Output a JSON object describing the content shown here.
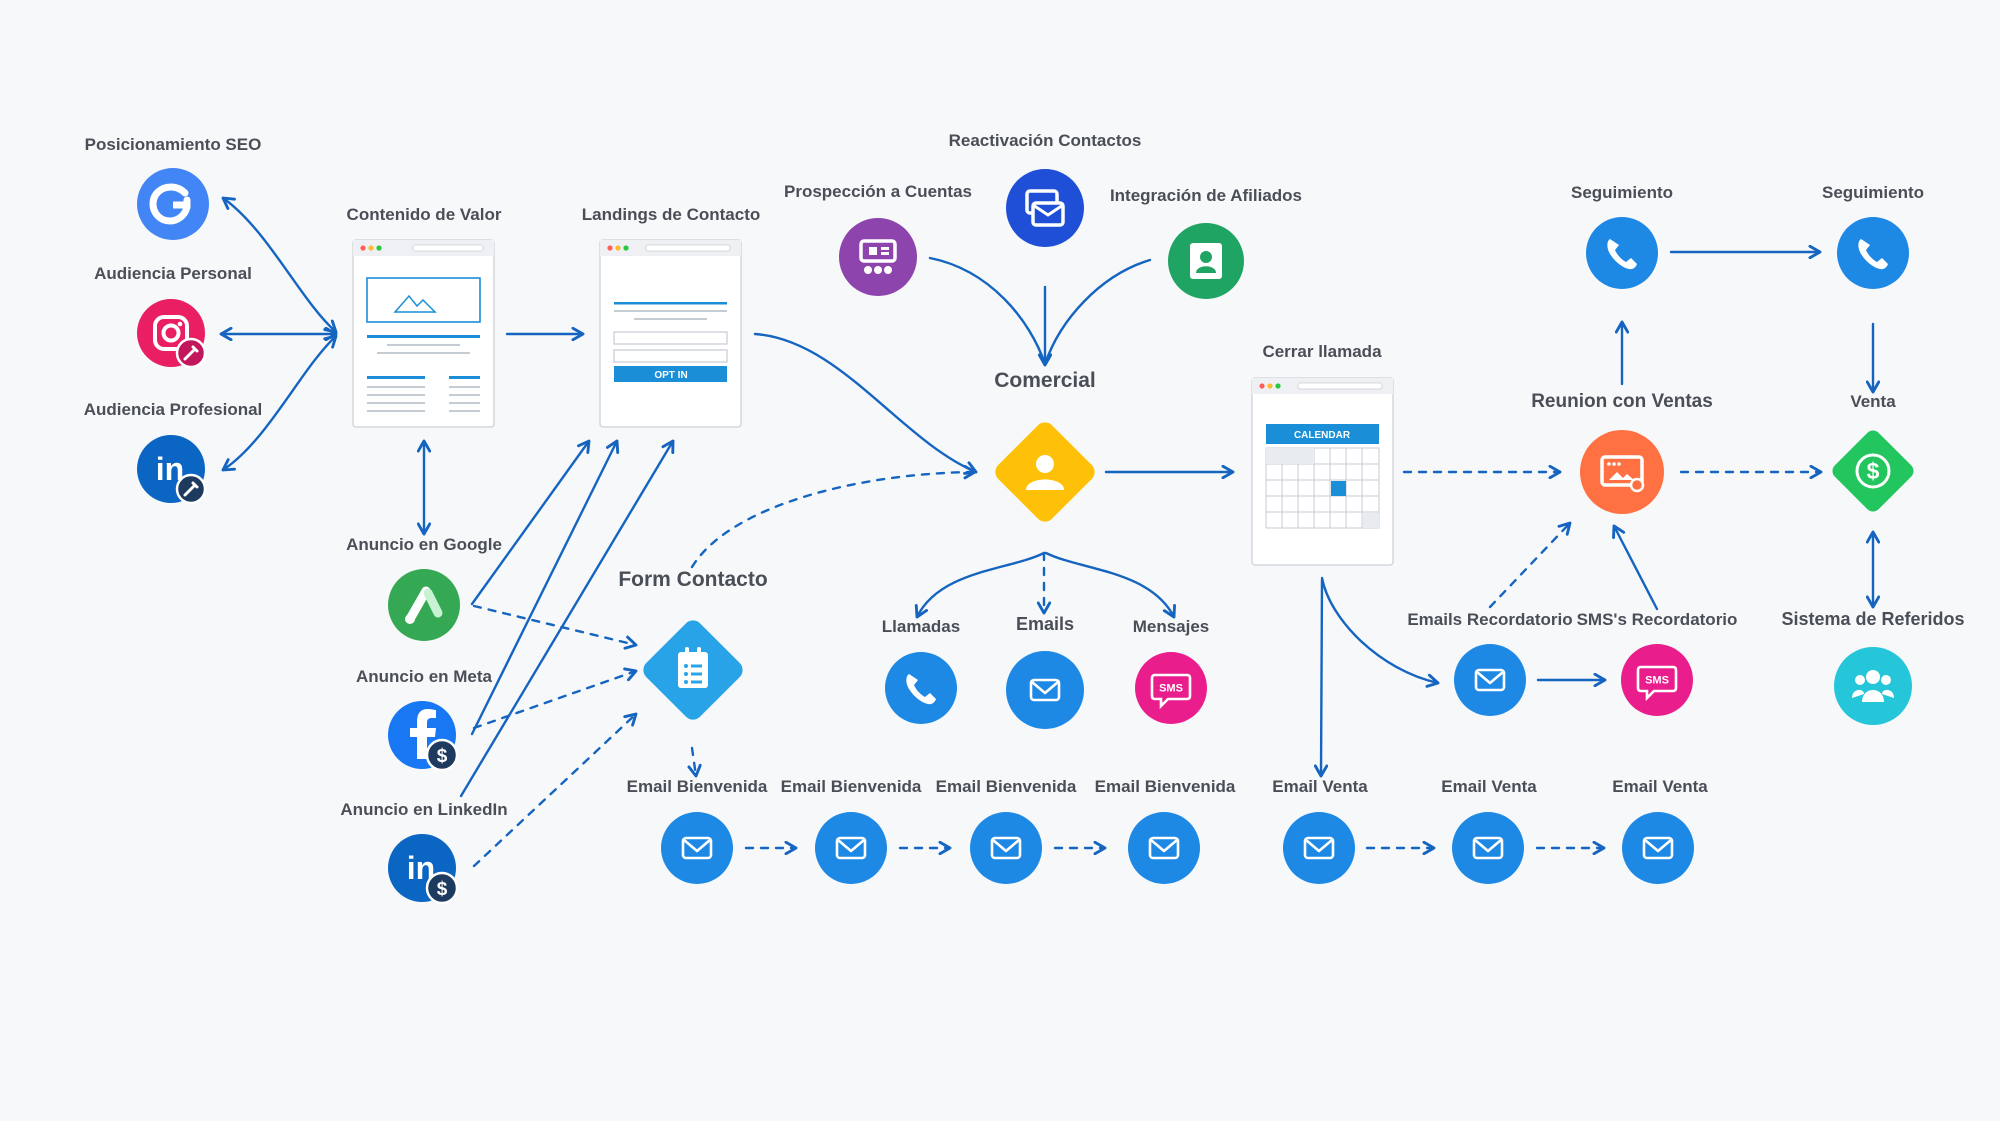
{
  "colors": {
    "connector": "#1565c0",
    "google": "#4285f4",
    "instagram": "#e91e63",
    "linkedin": "#0a66c2",
    "google_ads": "#34a853",
    "meta": "#1877f2",
    "form": "#29a3e8",
    "prospect": "#8e44ad",
    "reactivate": "#1e4fd6",
    "affiliate": "#1fa463",
    "commercial": "#ffc107",
    "phone": "#1e88e5",
    "sms": "#e91e8c",
    "meeting": "#ff7043",
    "sale": "#22c55e",
    "referral": "#26c6da",
    "calendar": "#1a8ed6"
  },
  "sources": {
    "seo": {
      "label": "Posicionamiento SEO",
      "icon": "google-g-icon"
    },
    "personal": {
      "label": "Audiencia Personal",
      "icon": "instagram-icon"
    },
    "professional": {
      "label": "Audiencia Profesional",
      "icon": "linkedin-icon"
    }
  },
  "content": {
    "label": "Contenido de Valor",
    "icon": "article-page-icon"
  },
  "landing": {
    "label": "Landings de Contacto",
    "button": "OPT IN",
    "icon": "landing-page-icon"
  },
  "ads": {
    "google": {
      "label": "Anuncio en Google",
      "icon": "google-ads-icon"
    },
    "meta": {
      "label": "Anuncio en Meta",
      "icon": "facebook-ad-icon"
    },
    "linkedin": {
      "label": "Anuncio en LinkedIn",
      "icon": "linkedin-ad-icon"
    }
  },
  "form": {
    "label": "Form Contacto",
    "icon": "form-icon"
  },
  "prospect": {
    "label": "Prospección a Cuentas",
    "icon": "accounts-icon"
  },
  "reactivate": {
    "label": "Reactivación Contactos",
    "icon": "contact-cards-icon"
  },
  "affiliates": {
    "label": "Integración de Afiliados",
    "icon": "badge-icon"
  },
  "commercial": {
    "label": "Comercial",
    "icon": "user-icon"
  },
  "channels": {
    "calls": {
      "label": "Llamadas",
      "icon": "phone-icon"
    },
    "emails": {
      "label": "Emails",
      "icon": "email-icon"
    },
    "messages": {
      "label": "Mensajes",
      "icon": "sms-icon",
      "badge": "SMS"
    }
  },
  "close_call": {
    "label": "Cerrar llamada",
    "calendar": "CALENDAR",
    "icon": "calendar-icon"
  },
  "reminders": {
    "email": {
      "label": "Emails Recordatorio",
      "icon": "email-icon"
    },
    "sms": {
      "label": "SMS's Recordatorio",
      "icon": "sms-icon",
      "badge": "SMS"
    }
  },
  "meeting": {
    "label": "Reunion con Ventas",
    "icon": "presentation-icon"
  },
  "followups": [
    {
      "label": "Seguimiento",
      "icon": "phone-icon"
    },
    {
      "label": "Seguimiento",
      "icon": "phone-icon"
    }
  ],
  "sale": {
    "label": "Venta",
    "icon": "dollar-icon"
  },
  "referrals": {
    "label": "Sistema de Referidos",
    "icon": "people-icon"
  },
  "welcome_emails": [
    {
      "label": "Email Bienvenida"
    },
    {
      "label": "Email Bienvenida"
    },
    {
      "label": "Email Bienvenida"
    },
    {
      "label": "Email Bienvenida"
    }
  ],
  "sale_emails": [
    {
      "label": "Email Venta"
    },
    {
      "label": "Email Venta"
    },
    {
      "label": "Email Venta"
    }
  ]
}
